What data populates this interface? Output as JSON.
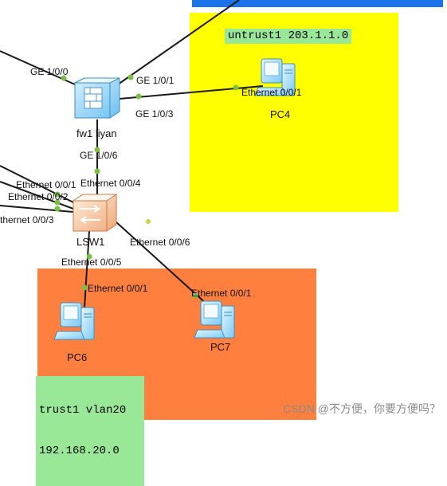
{
  "zones": {
    "untrust_label": "untrust1 203.1.1.0",
    "trust_label_line1": "trust1 vlan20",
    "trust_label_line2": "192.168.20.0"
  },
  "devices": {
    "firewall": "fw1 liyan",
    "switch": "LSW1",
    "pc4": "PC4",
    "pc6": "PC6",
    "pc7": "PC7"
  },
  "ports": {
    "fw_ge100": "GE 1/0/0",
    "fw_ge101": "GE 1/0/1",
    "fw_ge103": "GE 1/0/3",
    "fw_ge106": "GE 1/0/6",
    "pc4_eth": "Ethernet 0/0/1",
    "sw_eth004": "Ethernet 0/0/4",
    "sw_eth001": "Ethernet 0/0/1",
    "sw_eth002": "Ethernet 0/0/2",
    "sw_eth003": "thernet 0/0/3",
    "sw_eth006": "Ethernet 0/0/6",
    "sw_eth005": "Ethernet 0/0/5",
    "pc6_eth": "Ethernet 0/0/1",
    "pc7_eth": "Ethernet 0/0/1"
  },
  "watermark": "CSDN @不方便，你要方便吗？",
  "colors": {
    "untrust_zone": "#ffff00",
    "trust_zone": "#ff7f3f",
    "zone_label_bg": "#98e898",
    "link": "#1a1a1a",
    "port_dot": "#7ac143"
  }
}
